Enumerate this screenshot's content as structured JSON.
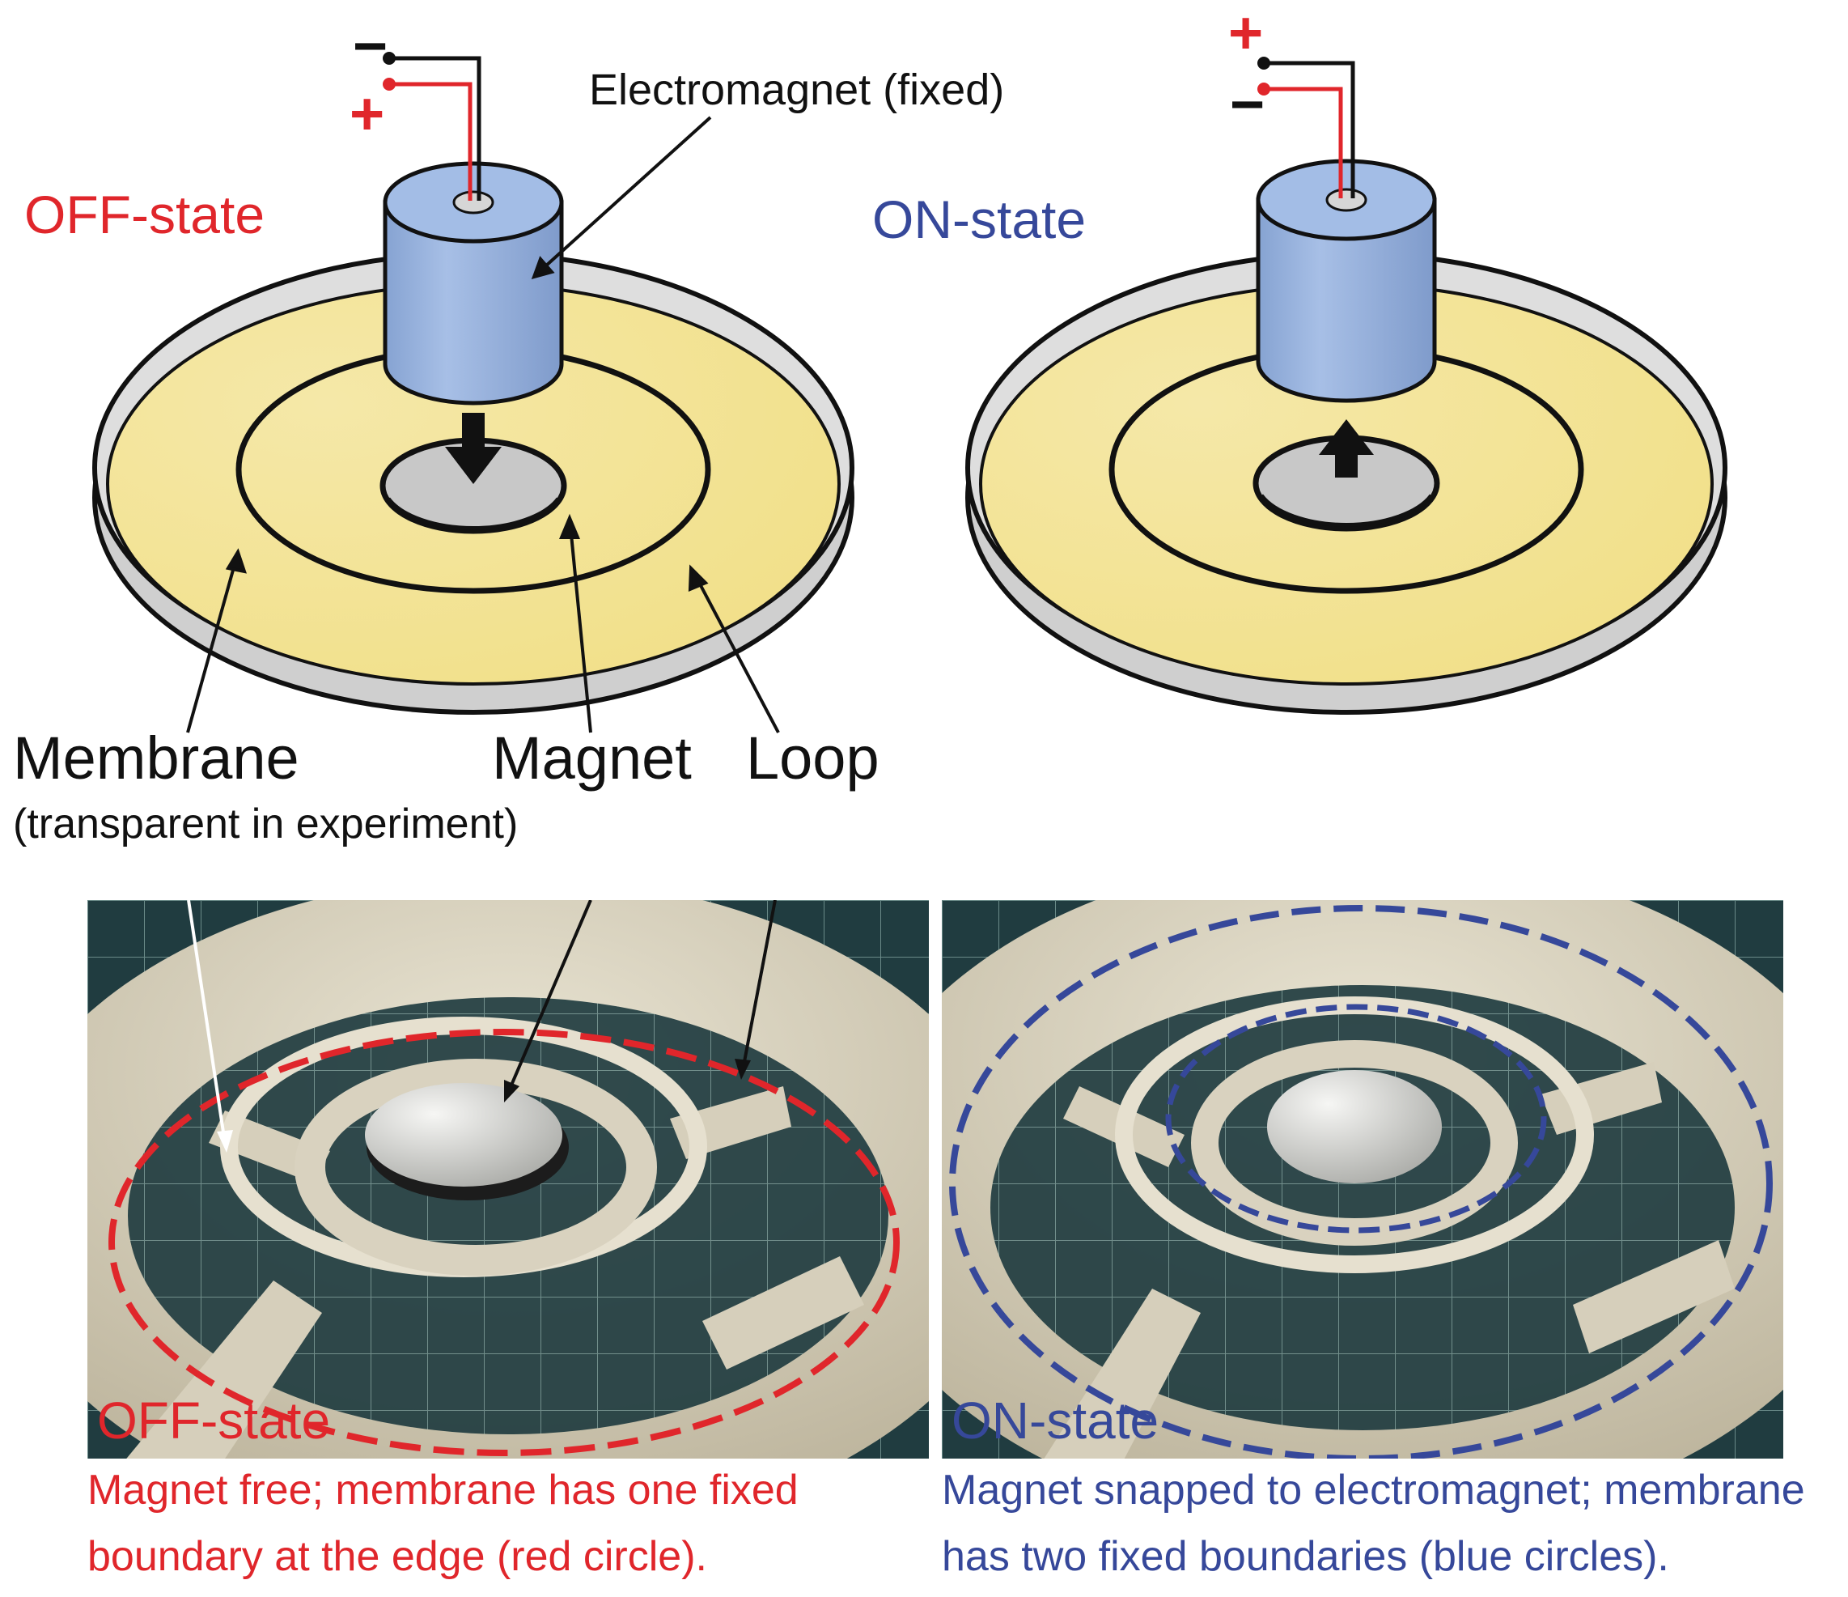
{
  "colors": {
    "off_red": "#e0262b",
    "on_blue": "#36489a",
    "membrane_yellow": "#f3e49a",
    "rim_gray": "#cfcfcf",
    "electromagnet_blue": "#97b2dc",
    "wire_red": "#e0262b",
    "wire_black": "#111111"
  },
  "top": {
    "off_panel": {
      "state_label": "OFF-state",
      "minus_sign": "−",
      "plus_sign": "+",
      "arrow_direction": "down"
    },
    "on_panel": {
      "state_label": "ON-state",
      "plus_sign": "+",
      "minus_sign": "−",
      "arrow_direction": "up"
    },
    "callouts": {
      "electromagnet": "Electromagnet (fixed)",
      "membrane": "Membrane",
      "membrane_note": "(transparent in experiment)",
      "magnet": "Magnet",
      "loop": "Loop"
    }
  },
  "photos": {
    "off": {
      "state_label": "OFF-state",
      "caption_line1": "Magnet free; membrane has one fixed",
      "caption_line2": "boundary at the edge (red circle)."
    },
    "on": {
      "state_label": "ON-state",
      "caption_line1": "Magnet snapped to electromagnet; membrane",
      "caption_line2": "has two fixed boundaries (blue circles)."
    }
  }
}
